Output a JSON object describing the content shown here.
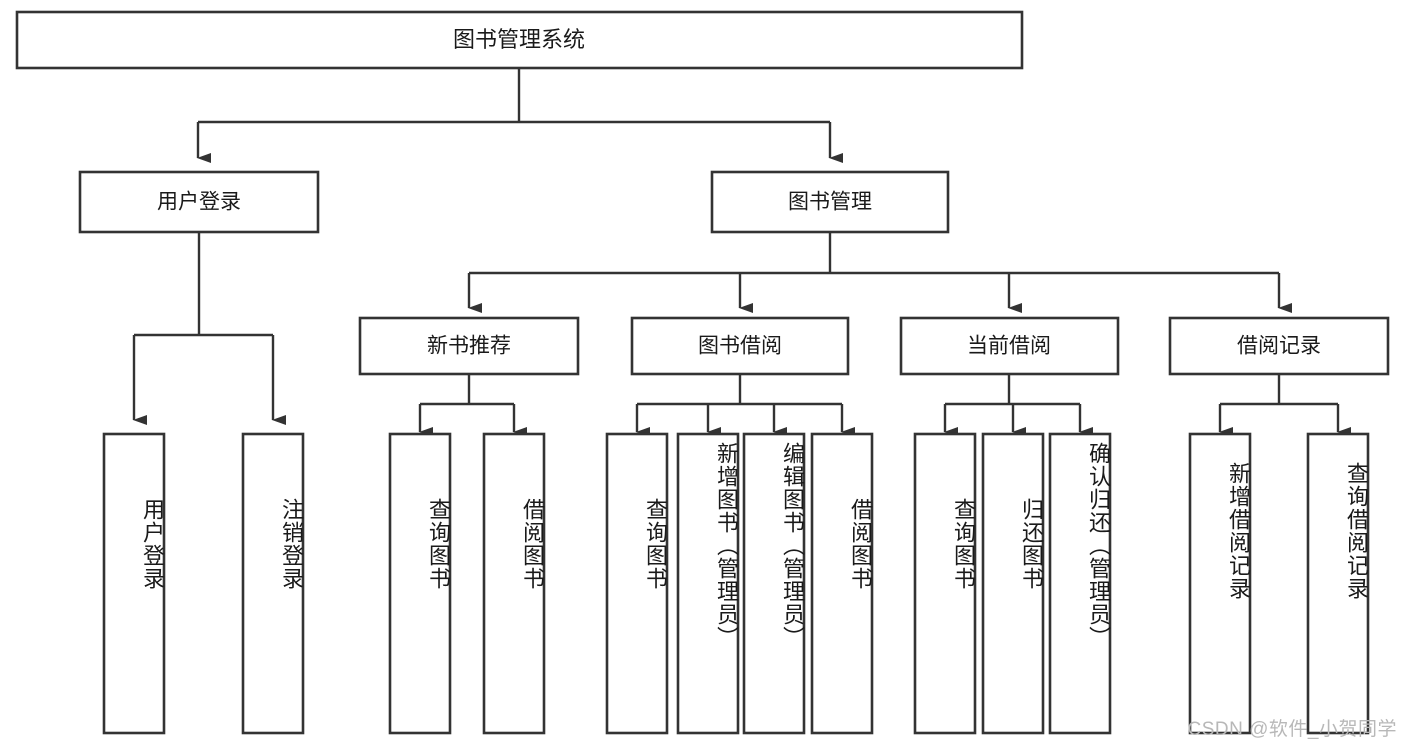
{
  "diagram": {
    "type": "tree-hierarchy",
    "title": "图书管理系统",
    "orientation": "top-down",
    "colors": {
      "box_stroke": "#333333",
      "box_fill": "#ffffff",
      "connector": "#333333",
      "text": "#1a1a1a",
      "watermark": "#b8b8b8",
      "background": "#ffffff"
    },
    "root": {
      "label": "图书管理系统"
    },
    "level1": [
      {
        "label": "用户登录"
      },
      {
        "label": "图书管理"
      }
    ],
    "level2": [
      {
        "label": "新书推荐"
      },
      {
        "label": "图书借阅"
      },
      {
        "label": "当前借阅"
      },
      {
        "label": "借阅记录"
      }
    ],
    "leaves": {
      "user_login": [
        {
          "label": "用户登录"
        },
        {
          "label": "注销登录"
        }
      ],
      "new_book_recommend": [
        {
          "label": "查询图书"
        },
        {
          "label": "借阅图书"
        }
      ],
      "book_borrow": [
        {
          "label": "查询图书"
        },
        {
          "label": "新增图书（管理员）"
        },
        {
          "label": "编辑图书（管理员）"
        },
        {
          "label": "借阅图书"
        }
      ],
      "current_borrow": [
        {
          "label": "查询图书"
        },
        {
          "label": "归还图书"
        },
        {
          "label": "确认归还（管理员）"
        }
      ],
      "borrow_record": [
        {
          "label": "新增借阅记录"
        },
        {
          "label": "查询借阅记录"
        }
      ]
    },
    "watermark": "CSDN @软件_小贺同学"
  }
}
